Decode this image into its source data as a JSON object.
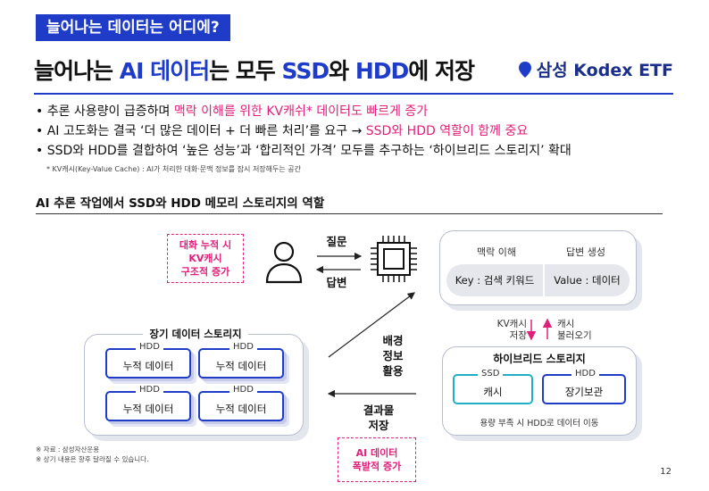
{
  "section_tag": "늘어나는 데이터는 어디에?",
  "title": {
    "part1": "늘어나는 ",
    "hl1": "AI 데이터",
    "part2": "는 모두 ",
    "hl2": "SSD",
    "part3": "와 ",
    "hl3": "HDD",
    "part4": "에 저장"
  },
  "brand": {
    "text": "삼성 Kodex ETF"
  },
  "bullets": [
    {
      "pre": "• 추론 사용량이 급증하며 ",
      "pink": "맥락 이해를 위한 KV캐쉬* 데이터도 빠르게 증가",
      "post": ""
    },
    {
      "pre": "• AI 고도화는 결국 ‘더 많은 데이터 + 더 빠른 처리’를 요구 → ",
      "pink": "SSD와 HDD 역할이 함께 중요",
      "post": ""
    },
    {
      "pre": "• SSD와 HDD를 결합하여 ‘높은 성능’과 ‘합리적인 가격’ 모두를 추구하는 ‘하이브리드 스토리지’ 확대",
      "pink": "",
      "post": ""
    }
  ],
  "footnote_top": "* KV캐시(Key-Value Cache) : AI가 처리한 대화·문맥 정보를 잠시 저장해두는 공간",
  "subhead": "AI 추론 작업에서 SSD와 HDD 메모리 스토리지의 역할",
  "diagram": {
    "kv_growth": [
      "대화 누적 시",
      "KV캐시",
      "구조적 증가"
    ],
    "question": "질문",
    "answer": "답변",
    "context": "맥락 이해",
    "answer_gen": "답변 생성",
    "key_pill": "Key : 검색 키워드",
    "value_pill": "Value : 데이터",
    "kv_store": [
      "KV캐시",
      "저장"
    ],
    "cache_load": [
      "캐시",
      "불러오기"
    ],
    "hybrid_title": "하이브리드 스토리지",
    "ssd_tag": "SSD",
    "ssd_label": "캐시",
    "hdd_tag": "HDD",
    "hdd_label": "장기보관",
    "move_note": "용량 부족 시 HDD로 데이터 이동",
    "longterm_title": "장기 데이터 스토리지",
    "hdd_cards": [
      {
        "tag": "HDD",
        "label": "누적 데이터"
      },
      {
        "tag": "HDD",
        "label": "누적 데이터"
      },
      {
        "tag": "HDD",
        "label": "누적 데이터"
      },
      {
        "tag": "HDD",
        "label": "누적 데이터"
      }
    ],
    "background": [
      "배경",
      "정보",
      "활용"
    ],
    "result": [
      "결과물",
      "저장"
    ],
    "ai_growth": [
      "AI 데이터",
      "폭발적 증가"
    ]
  },
  "footnotes": [
    "※ 자료 : 삼성자산운용",
    "※ 상기 내용은 향후 달라질 수 있습니다."
  ],
  "page_number": "12",
  "colors": {
    "accent": "#1f3cc9",
    "pink": "#e0207a",
    "teal": "#1fb0c6"
  }
}
